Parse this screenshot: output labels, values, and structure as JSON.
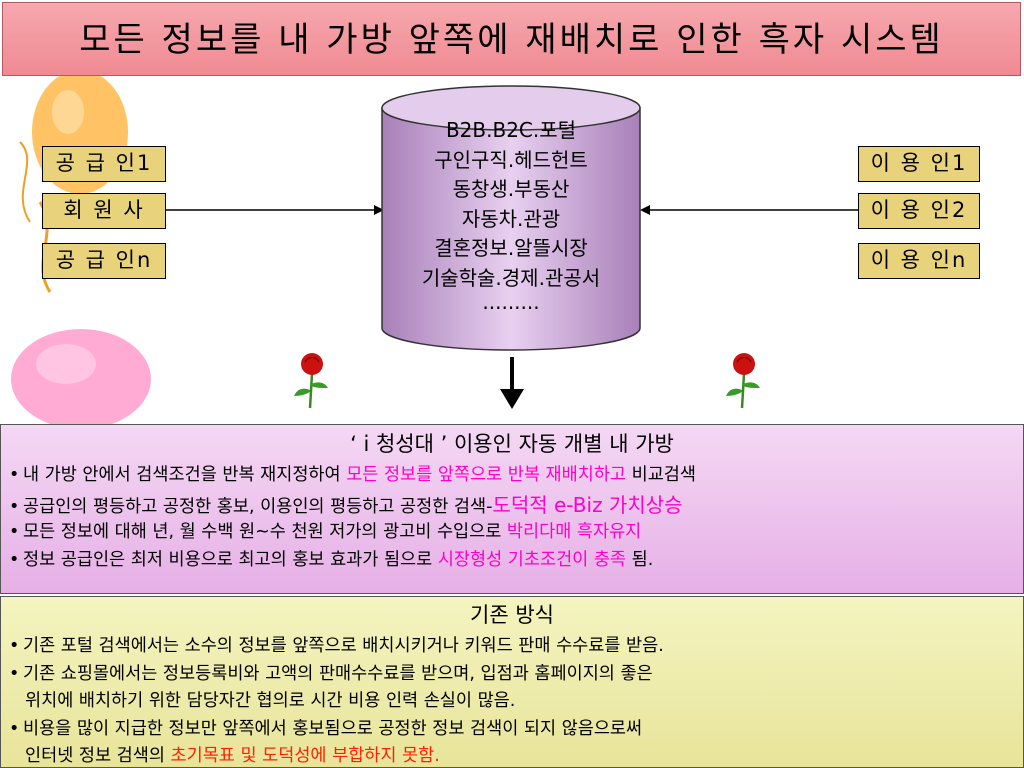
{
  "title": "모든 정보를 내 가방 앞쪽에 재배치로 인한 흑자 시스템",
  "suppliers": [
    "공 급 인1",
    "회 원 사",
    "공 급 인n"
  ],
  "users": [
    "이 용 인1",
    "이 용 인2",
    "이 용 인n"
  ],
  "database_lines": [
    "B2B.B2C.포털",
    "구인구직.헤드헌트",
    "동창생.부동산",
    "자동차.관광",
    "결혼정보.알뜰시장",
    "기술학술.경제.관공서",
    "........."
  ],
  "new_system": {
    "title": "‘ i 청성대 ’ 이용인 자동 개별 내 가방",
    "bullet_char": "•",
    "b1_pre": "내 가방 안에서 검색조건을 반복 재지정하여 ",
    "b1_hl": "모든 정보를 앞쪽으로 반복 재배치하고",
    "b1_post": " 비교검색",
    "b2_pre": "공급인의 평등하고 공정한 홍보, 이용인의 평등하고 공정한 검색-",
    "b2_hl": "도덕적 e-Biz 가치상승",
    "b3_pre": "모든 정보에 대해 년, 월 수백 원~수 천원 저가의 광고비 수입으로 ",
    "b3_hl": "박리다매 흑자유지",
    "b4_pre": "정보 공급인은 최저 비용으로 최고의 홍보 효과가 됨으로 ",
    "b4_hl": "시장형성 기초조건이 충족",
    "b4_post": " 됨."
  },
  "old_system": {
    "title": "기존 방식",
    "bullet_char": "•",
    "b1": "기존 포털 검색에서는 소수의 정보를 앞쪽으로 배치시키거나 키워드 판매 수수료를 받음.",
    "b2_line1": "기존 쇼핑몰에서는 정보등록비와 고액의 판매수수료를 받으며, 입점과 홈페이지의 좋은",
    "b2_line2": "위치에 배치하기 위한 담당자간 협의로 시간 비용 인력 손실이 많음.",
    "b3_line1": "비용을 많이 지급한 정보만 앞쪽에서 홍보됨으로 공정한 정보 검색이 되지 않음으로써",
    "b3_line2_pre": "인터넷 정보 검색의 ",
    "b3_line2_hl": "초기목표 및 도덕성에 부합하지 못함."
  },
  "colors": {
    "title_bg": "#f08a92",
    "party_box": "#e8d27c",
    "database": "#c9a8d8",
    "new_panel": "#e6b0e6",
    "old_panel": "#e8e49a",
    "highlight_pink": "#ff00cc",
    "highlight_red": "#ff2200"
  },
  "icons": [
    "balloon-orange-icon",
    "balloon-pink-icon",
    "rose-icon",
    "database-cylinder-icon",
    "arrow-right-icon",
    "arrow-left-icon",
    "arrow-down-icon"
  ]
}
